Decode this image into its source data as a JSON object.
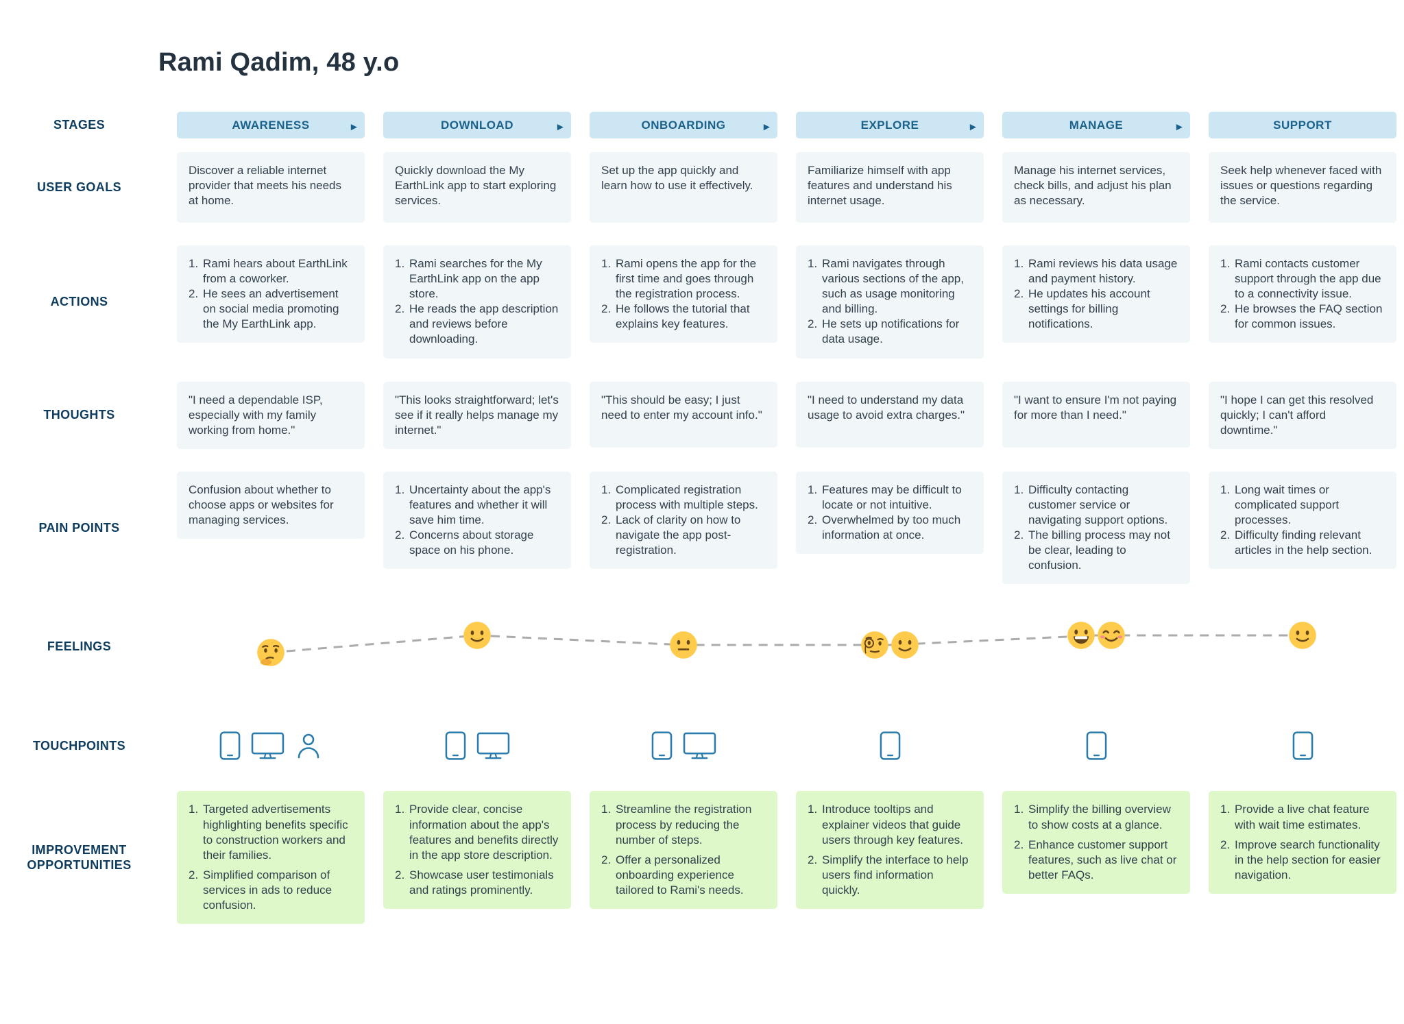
{
  "title": "Rami Qadim, 48 y.o",
  "row_labels": {
    "stages": "STAGES",
    "user_goals": "USER GOALS",
    "actions": "ACTIONS",
    "thoughts": "THOUGHTS",
    "pain_points": "PAIN POINTS",
    "feelings": "FEELINGS",
    "touchpoints": "TOUCHPOINTS",
    "improvement_opportunities": "IMPROVEMENT OPPORTUNITIES"
  },
  "colors": {
    "stage_header_bg": "#cde6f4",
    "stage_header_text": "#1a628c",
    "cell_bg": "#f1f6f9",
    "improvement_cell_bg": "#def8c9",
    "row_label_text": "#0e3c5e",
    "body_text": "#33414d",
    "touchpoint_icon": "#2b7cad",
    "feelings_line": "#ababab"
  },
  "stages": [
    {
      "label": "AWARENESS",
      "has_next_arrow": true,
      "user_goal": "Discover a reliable internet provider that meets his needs at home.",
      "actions": [
        "Rami hears about EarthLink from a coworker.",
        "He sees an advertisement on social media promoting the My EarthLink app."
      ],
      "thought": "\"I need a dependable ISP, especially with my family working from home.\"",
      "pain_points": "Confusion about whether to choose apps or websites for managing services.",
      "feelings": [
        "thinking-face"
      ],
      "touchpoints": [
        "tablet",
        "desktop",
        "person"
      ],
      "improvements": [
        "Targeted advertisements highlighting benefits specific to construction workers and their families.",
        "Simplified comparison of services in ads to reduce confusion."
      ]
    },
    {
      "label": "DOWNLOAD",
      "has_next_arrow": true,
      "user_goal": "Quickly download the My EarthLink app to start exploring services.",
      "actions": [
        "Rami searches for the My EarthLink app on the app store.",
        "He reads the app description and reviews before downloading."
      ],
      "thought": "\"This looks straightforward; let's see if it really helps manage my internet.\"",
      "pain_points": [
        "Uncertainty about the app's features and whether it will save him time.",
        "Concerns about storage space on his phone."
      ],
      "feelings": [
        "slightly-smiling-face"
      ],
      "touchpoints": [
        "tablet",
        "desktop"
      ],
      "improvements": [
        "Provide clear, concise information about the app's features and benefits directly in the app store description.",
        "Showcase user testimonials and ratings prominently."
      ]
    },
    {
      "label": "ONBOARDING",
      "has_next_arrow": true,
      "user_goal": "Set up the app quickly and learn how to use it effectively.",
      "actions": [
        "Rami opens the app for the first time and goes through the registration process.",
        "He follows the tutorial that explains key features."
      ],
      "thought": "\"This should be easy; I just need to enter my account info.\"",
      "pain_points": [
        "Complicated registration process with multiple steps.",
        "Lack of clarity on how to navigate the app post-registration."
      ],
      "feelings": [
        "neutral-face"
      ],
      "touchpoints": [
        "tablet",
        "desktop"
      ],
      "improvements": [
        "Streamline the registration process by reducing the number of steps.",
        "Offer a personalized onboarding experience tailored to Rami's needs."
      ]
    },
    {
      "label": "EXPLORE",
      "has_next_arrow": true,
      "user_goal": "Familiarize himself with app features and understand his internet usage.",
      "actions": [
        "Rami navigates through various sections of the app, such as usage monitoring and billing.",
        "He sets up notifications for data usage."
      ],
      "thought": "\"I need to understand my data usage to avoid extra charges.\"",
      "pain_points": [
        "Features may be difficult to locate or not intuitive.",
        "Overwhelmed by too much information at once."
      ],
      "feelings": [
        "face-with-monocle",
        "slightly-smiling-face"
      ],
      "touchpoints": [
        "tablet"
      ],
      "improvements": [
        "Introduce tooltips and explainer videos that guide users through key features.",
        "Simplify the interface to help users find information quickly."
      ]
    },
    {
      "label": "MANAGE",
      "has_next_arrow": true,
      "user_goal": "Manage his internet services, check bills, and adjust his plan as necessary.",
      "actions": [
        "Rami reviews his data usage and payment history.",
        "He updates his account settings for billing notifications."
      ],
      "thought": "\"I want to ensure I'm not paying for more than I need.\"",
      "pain_points": [
        "Difficulty contacting customer service or navigating support options.",
        "The billing process may not be clear, leading to confusion."
      ],
      "feelings": [
        "grinning-face",
        "smiling-face-with-smiling-eyes"
      ],
      "touchpoints": [
        "tablet"
      ],
      "improvements": [
        "Simplify the billing overview to show costs at a glance.",
        "Enhance customer support features, such as live chat or better FAQs."
      ]
    },
    {
      "label": "SUPPORT",
      "has_next_arrow": false,
      "user_goal": "Seek help whenever faced with issues or questions regarding the service.",
      "actions": [
        "Rami contacts customer support through the app due to a connectivity issue.",
        "He browses the FAQ section for common issues."
      ],
      "thought": "\"I hope I can get this resolved quickly; I can't afford downtime.\"",
      "pain_points": [
        "Long wait times or complicated support processes.",
        "Difficulty finding relevant articles in the help section."
      ],
      "feelings": [
        "slightly-smiling-face"
      ],
      "touchpoints": [
        "tablet"
      ],
      "improvements": [
        "Provide a live chat feature with wait time estimates.",
        "Improve search functionality in the help section for easier navigation."
      ]
    }
  ]
}
